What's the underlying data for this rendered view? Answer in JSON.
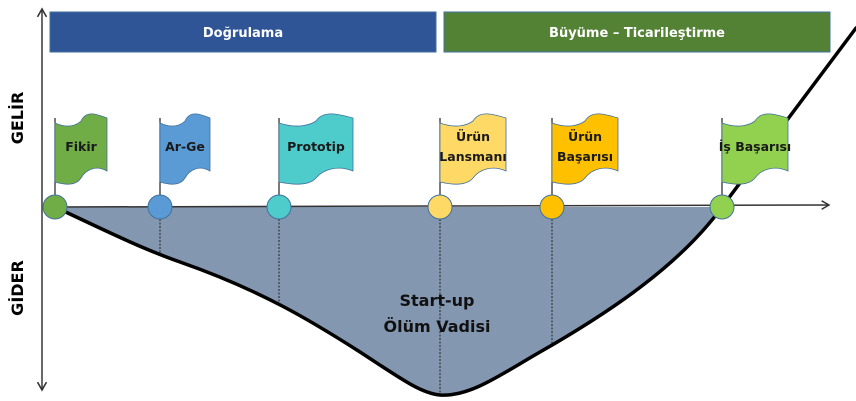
{
  "phases": [
    {
      "label": "Doğrulama",
      "color": "#2F5597"
    },
    {
      "label": "Büyüme – Ticarileştirme",
      "color": "#548235"
    }
  ],
  "axes": {
    "revenue_label": "GELİR",
    "expense_label": "GİDER"
  },
  "valley": {
    "line1": "Start-up",
    "line2": "Ölüm Vadisi",
    "fill_color": "#8497B0"
  },
  "milestones": [
    {
      "lines": [
        "Fikir"
      ],
      "color": "#70AD47"
    },
    {
      "lines": [
        "Ar-Ge"
      ],
      "color": "#5B9BD5"
    },
    {
      "lines": [
        "Prototip"
      ],
      "color": "#4ECBCB"
    },
    {
      "lines": [
        "Ürün",
        "Lansmanı"
      ],
      "color": "#FFD966"
    },
    {
      "lines": [
        "Ürün",
        "Başarısı"
      ],
      "color": "#FFC000"
    },
    {
      "lines": [
        "İş Başarısı"
      ],
      "color": "#92D050"
    }
  ]
}
